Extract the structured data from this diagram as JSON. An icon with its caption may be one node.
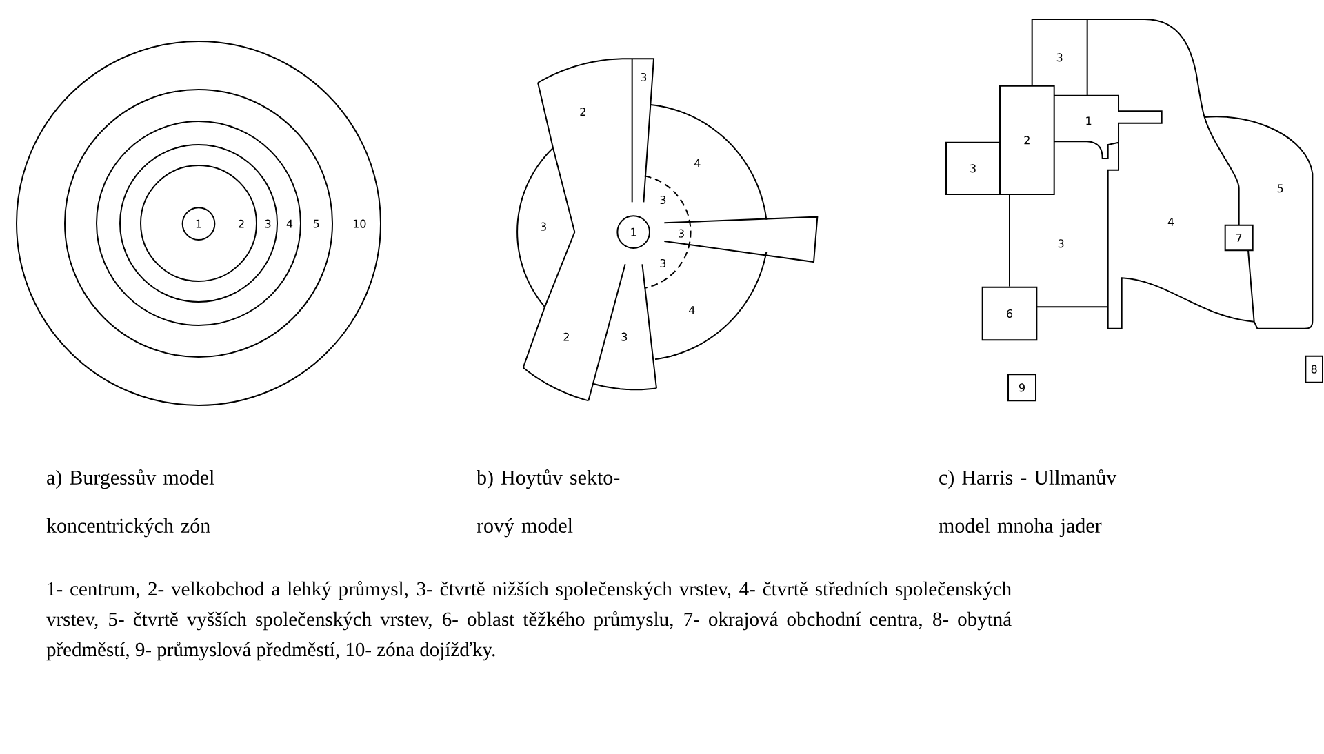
{
  "diagram": {
    "caption": "1- centrum, 2- velkobchod a lehký průmysl, 3- čtvrtě nižších společenských vrstev, 4- čtvrtě středních společenských vrstev, 5- čtvrtě vyšších společenských vrstev, 6- oblast těžkého průmyslu, 7- okrajová obchodní centra, 8- obytná předměstí, 9- průmyslová předměstí, 10- zóna dojížďky.",
    "nodes": [
      {
        "text": [
          "1"
        ]
      },
      {
        "text": [
          "1"
        ]
      },
      {
        "text": [
          "2"
        ]
      },
      {
        "text": [
          "3"
        ]
      },
      {
        "text": [
          "6"
        ]
      },
      {
        "text": [
          "7"
        ]
      },
      {
        "text": [
          "9"
        ]
      },
      {
        "text": [
          "8"
        ]
      }
    ],
    "edges": [
      {
        "from": 2,
        "to": 4,
        "arrow": "none"
      }
    ],
    "labels": [
      "2",
      "3",
      "4",
      "5",
      "10",
      "3",
      "2",
      "4",
      "3",
      "3",
      "3",
      "3",
      "4",
      "2",
      "3",
      "3",
      "1",
      "5",
      "4",
      "3",
      "a) Burgessův model koncentrických zón",
      "b) Hoytův sekto- rový model",
      "c) Harris - Ullmanův model mnoha jader"
    ]
  }
}
